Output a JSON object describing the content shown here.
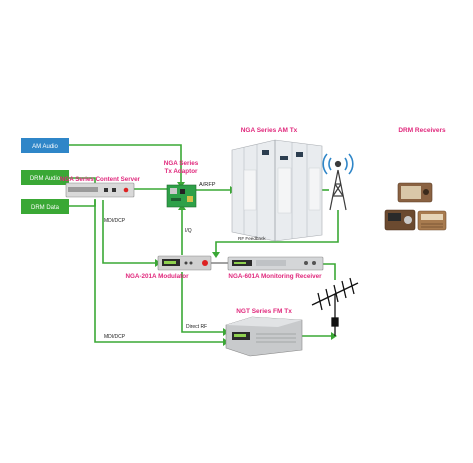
{
  "inputs": {
    "am_audio": "AM Audio",
    "drm_audio": "DRM Audio",
    "drm_data": "DRM Data"
  },
  "labels": {
    "content_server": "NGA Series Content Server",
    "tx_adaptor_line1": "NGA Series",
    "tx_adaptor_line2": "Tx Adaptor",
    "am_tx": "NGA Series AM Tx",
    "drm_receivers": "DRM Receivers",
    "modulator": "NGA-201A Modulator",
    "monitoring_receiver": "NGA-601A Monitoring Receiver",
    "fm_tx": "NGT Series FM Tx"
  },
  "links": {
    "a_rfp": "A/RFP",
    "mdi_dcp_1": "MDI/DCP",
    "mdi_dcp_2": "MDI/DCP",
    "io": "I/Q",
    "rf_feedback": "RF Feedback",
    "direct_rf": "Direct RF"
  },
  "colors": {
    "wire": "#3aa835",
    "label": "#e0287c",
    "input_blue": "#2f86c8",
    "input_green": "#3aa835"
  }
}
